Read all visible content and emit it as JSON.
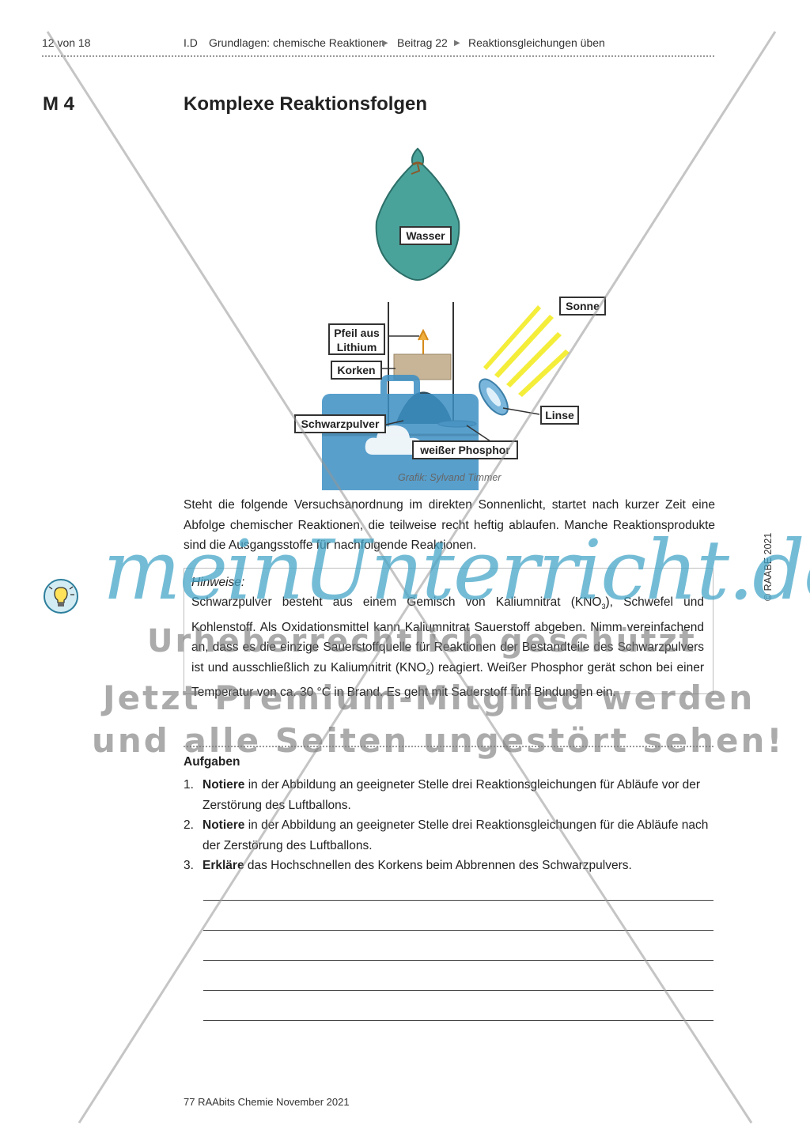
{
  "header": {
    "page": "12 von 18",
    "section": "I.D",
    "crumb1": "Grundlagen: chemische Reaktionen",
    "sep": "▶",
    "crumb2": "Beitrag 22",
    "crumb3": "Reaktionsgleichungen üben"
  },
  "material": {
    "label": "M 4",
    "title": "Komplexe Reaktionsfolgen"
  },
  "figure": {
    "labels": {
      "wasser": "Wasser",
      "sonne": "Sonne",
      "pfeil_1": "Pfeil aus",
      "pfeil_2": "Lithium",
      "korken": "Korken",
      "linse": "Linse",
      "schwarzpulver": "Schwarzpulver",
      "phosphor": "weißer Phosphor"
    },
    "credit": "Grafik: Sylvand Timmer"
  },
  "intro": "Steht die folgende Versuchsanordnung im direkten Sonnenlicht, startet nach kurzer Zeit eine Abfolge chemischer Reaktionen, die teilweise recht heftig ablaufen. Manche Reaktionsprodukte sind die Ausgangsstoffe für nachfolgende Reaktionen.",
  "hint": {
    "title": "Hinweise:",
    "t1": "Schwarzpulver besteht aus einem Gemisch von Kaliumnitrat (KNO",
    "s1": "3",
    "t2": "), Schwefel und Kohlenstoff. Als Oxidationsmittel kann Kaliumnitrat Sauerstoff abgeben. Nimm vereinfachend an, dass es die einzige Sauerstoffquelle für Reaktionen der Bestandteile des Schwarzpulvers ist und ausschließlich zu Kaliumnitrit (KNO",
    "s2": "2",
    "t3": ") reagiert. Weißer Phosphor gerät schon bei einer Temperatur von ca. 30 °C in Brand. Es geht mit Sauerstoff fünf Bindungen ein."
  },
  "tasks": {
    "heading": "Aufgaben",
    "items": [
      {
        "num": "1.",
        "verb": "Notiere",
        "text": " in der Abbildung an geeigneter Stelle drei Reaktionsgleichungen für Abläufe vor der Zerstörung des Luftballons."
      },
      {
        "num": "2.",
        "verb": "Notiere",
        "text": " in der Abbildung an geeigneter Stelle drei Reaktionsgleichungen für die Abläufe nach der Zerstörung des Luftballons."
      },
      {
        "num": "3.",
        "verb": "Erkläre",
        "text": " das Hochschnellen des Korkens beim Abbrennen des Schwarzpulvers."
      }
    ]
  },
  "footer": "77 RAAbits Chemie November 2021",
  "side_note": "© RAABE 2021",
  "watermark": {
    "script": "meinUnterricht.de",
    "line1": "Urheberrechtlich geschützt",
    "line2": "Jetzt Premium-Mitglied werden",
    "line3": "und alle Seiten ungestört sehen!"
  },
  "colors": {
    "balloon": "#4aa39b",
    "watermark_blue": "#46a5c8",
    "sun_rays": "#f4ee3a",
    "bag": "#3c8fc4"
  },
  "icons": [
    "lightbulb-icon",
    "briefcase-cloud-icon",
    "balloon-icon",
    "lens-icon"
  ]
}
